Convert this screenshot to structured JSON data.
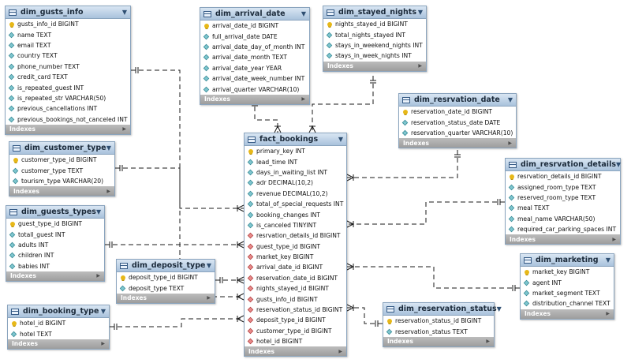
{
  "diagram": {
    "tables": [
      {
        "id": "dim_gusts_info",
        "name": "dim_gusts_info",
        "footer": "Indexes",
        "columns": [
          {
            "name": "gusts_info_id BIGINT",
            "kind": "pk"
          },
          {
            "name": "name TEXT",
            "kind": "col"
          },
          {
            "name": "email TEXT",
            "kind": "col"
          },
          {
            "name": "country TEXT",
            "kind": "col"
          },
          {
            "name": "phone_number TEXT",
            "kind": "col"
          },
          {
            "name": "credit_card TEXT",
            "kind": "col"
          },
          {
            "name": "is_repeated_guest INT",
            "kind": "col"
          },
          {
            "name": "is_repeated_str VARCHAR(50)",
            "kind": "col"
          },
          {
            "name": "previous_cancellations INT",
            "kind": "col"
          },
          {
            "name": "previous_bookings_not_canceled INT",
            "kind": "col"
          }
        ]
      },
      {
        "id": "dim_arrival_date",
        "name": "dim_arrival_date",
        "footer": "Indexes",
        "columns": [
          {
            "name": "arrival_date_id BIGINT",
            "kind": "pk"
          },
          {
            "name": "full_arrival_date DATE",
            "kind": "col"
          },
          {
            "name": "arrival_date_day_of_month INT",
            "kind": "col"
          },
          {
            "name": "arrival_date_month TEXT",
            "kind": "col"
          },
          {
            "name": "arrival_date_year YEAR",
            "kind": "col"
          },
          {
            "name": "arrival_date_week_number INT",
            "kind": "col"
          },
          {
            "name": "arrival_quarter VARCHAR(10)",
            "kind": "col"
          }
        ]
      },
      {
        "id": "dim_stayed_nights",
        "name": "dim_stayed_nights",
        "footer": "Indexes",
        "columns": [
          {
            "name": "nights_stayed_id BIGINT",
            "kind": "pk"
          },
          {
            "name": "total_nights_stayed INT",
            "kind": "col"
          },
          {
            "name": "stays_in_weekend_nights INT",
            "kind": "col"
          },
          {
            "name": "stays_in_week_nights INT",
            "kind": "col"
          }
        ]
      },
      {
        "id": "dim_resrvation_date",
        "name": "dim_resrvation_date",
        "footer": "Indexes",
        "columns": [
          {
            "name": "reservation_date_id BIGINT",
            "kind": "pk"
          },
          {
            "name": "reservation_status_date DATE",
            "kind": "col"
          },
          {
            "name": "reservation_quarter VARCHAR(10)",
            "kind": "col"
          }
        ]
      },
      {
        "id": "dim_customer_type",
        "name": "dim_customer_type",
        "footer": "Indexes",
        "columns": [
          {
            "name": "customer_type_id BIGINT",
            "kind": "pk"
          },
          {
            "name": "customer_type TEXT",
            "kind": "col"
          },
          {
            "name": "tourism_type VARCHAR(20)",
            "kind": "col"
          }
        ]
      },
      {
        "id": "fact_bookings",
        "name": "fact_bookings",
        "footer": "Indexes",
        "columns": [
          {
            "name": "primary_key INT",
            "kind": "pk"
          },
          {
            "name": "lead_time INT",
            "kind": "col"
          },
          {
            "name": "days_in_waiting_list INT",
            "kind": "col"
          },
          {
            "name": "adr DECIMAL(10,2)",
            "kind": "col"
          },
          {
            "name": "revenue DECIMAL(10,2)",
            "kind": "col"
          },
          {
            "name": "total_of_special_requests INT",
            "kind": "col"
          },
          {
            "name": "booking_changes INT",
            "kind": "col"
          },
          {
            "name": "is_canceled TINYINT",
            "kind": "col"
          },
          {
            "name": "resrvation_details_id BIGINT",
            "kind": "fk"
          },
          {
            "name": "guest_type_id BIGINT",
            "kind": "fk"
          },
          {
            "name": "market_key BIGINT",
            "kind": "fk"
          },
          {
            "name": "arrival_date_id BIGINT",
            "kind": "fk"
          },
          {
            "name": "reservation_date_id BIGINT",
            "kind": "fk"
          },
          {
            "name": "nights_stayed_id BIGINT",
            "kind": "fk"
          },
          {
            "name": "gusts_info_id BIGINT",
            "kind": "fk"
          },
          {
            "name": "reservation_status_id BIGINT",
            "kind": "fk"
          },
          {
            "name": "deposit_type_id BIGINT",
            "kind": "fk"
          },
          {
            "name": "customer_type_id BIGINT",
            "kind": "fk"
          },
          {
            "name": "hotel_id BIGINT",
            "kind": "fk"
          }
        ]
      },
      {
        "id": "dim_resrvation_details",
        "name": "dim_resrvation_details",
        "footer": "Indexes",
        "columns": [
          {
            "name": "resrvation_details_id BIGINT",
            "kind": "pk"
          },
          {
            "name": "assigned_room_type TEXT",
            "kind": "col"
          },
          {
            "name": "reserved_room_type TEXT",
            "kind": "col"
          },
          {
            "name": "meal TEXT",
            "kind": "col"
          },
          {
            "name": "meal_name VARCHAR(50)",
            "kind": "col"
          },
          {
            "name": "required_car_parking_spaces INT",
            "kind": "col"
          }
        ]
      },
      {
        "id": "dim_guests_types",
        "name": "dim_guests_types",
        "footer": "Indexes",
        "columns": [
          {
            "name": "guest_type_id BIGINT",
            "kind": "pk"
          },
          {
            "name": "totall_guest INT",
            "kind": "col"
          },
          {
            "name": "adults INT",
            "kind": "col"
          },
          {
            "name": "children INT",
            "kind": "col"
          },
          {
            "name": "babies INT",
            "kind": "col"
          }
        ]
      },
      {
        "id": "dim_deposit_type",
        "name": "dim_deposit_type",
        "footer": "Indexes",
        "columns": [
          {
            "name": "deposit_type_id BIGINT",
            "kind": "pk"
          },
          {
            "name": "deposit_type TEXT",
            "kind": "col"
          }
        ]
      },
      {
        "id": "dim_marketing",
        "name": "dim_marketing",
        "footer": "Indexes",
        "columns": [
          {
            "name": "market_key BIGINT",
            "kind": "pk"
          },
          {
            "name": "agent INT",
            "kind": "col"
          },
          {
            "name": "market_segment TEXT",
            "kind": "col"
          },
          {
            "name": "distribution_channel TEXT",
            "kind": "col"
          }
        ]
      },
      {
        "id": "dim_booking_type",
        "name": "dim_booking_type",
        "footer": "Indexes",
        "columns": [
          {
            "name": "hotel_id BIGINT",
            "kind": "pk"
          },
          {
            "name": "hotel TEXT",
            "kind": "col"
          }
        ]
      },
      {
        "id": "dim_reservation_status",
        "name": "dim_reservation_status",
        "footer": "Indexes",
        "columns": [
          {
            "name": "reservation_status_id BIGINT",
            "kind": "pk"
          },
          {
            "name": "reservation_status TEXT",
            "kind": "col"
          }
        ]
      }
    ],
    "relationships": [
      {
        "from": "fact_bookings",
        "to": "dim_gusts_info"
      },
      {
        "from": "fact_bookings",
        "to": "dim_arrival_date"
      },
      {
        "from": "fact_bookings",
        "to": "dim_stayed_nights"
      },
      {
        "from": "fact_bookings",
        "to": "dim_resrvation_date"
      },
      {
        "from": "fact_bookings",
        "to": "dim_customer_type"
      },
      {
        "from": "fact_bookings",
        "to": "dim_resrvation_details"
      },
      {
        "from": "fact_bookings",
        "to": "dim_guests_types"
      },
      {
        "from": "fact_bookings",
        "to": "dim_deposit_type"
      },
      {
        "from": "fact_bookings",
        "to": "dim_marketing"
      },
      {
        "from": "fact_bookings",
        "to": "dim_booking_type"
      },
      {
        "from": "fact_bookings",
        "to": "dim_reservation_status"
      }
    ],
    "colors": {
      "header": "#b4cbe2",
      "border": "#8aa4be",
      "footer": "#a6a6a6",
      "line": "#1a1a1a",
      "pk": "#e7b818",
      "fk": "#e98a8a",
      "column": "#7ec6cf"
    }
  }
}
